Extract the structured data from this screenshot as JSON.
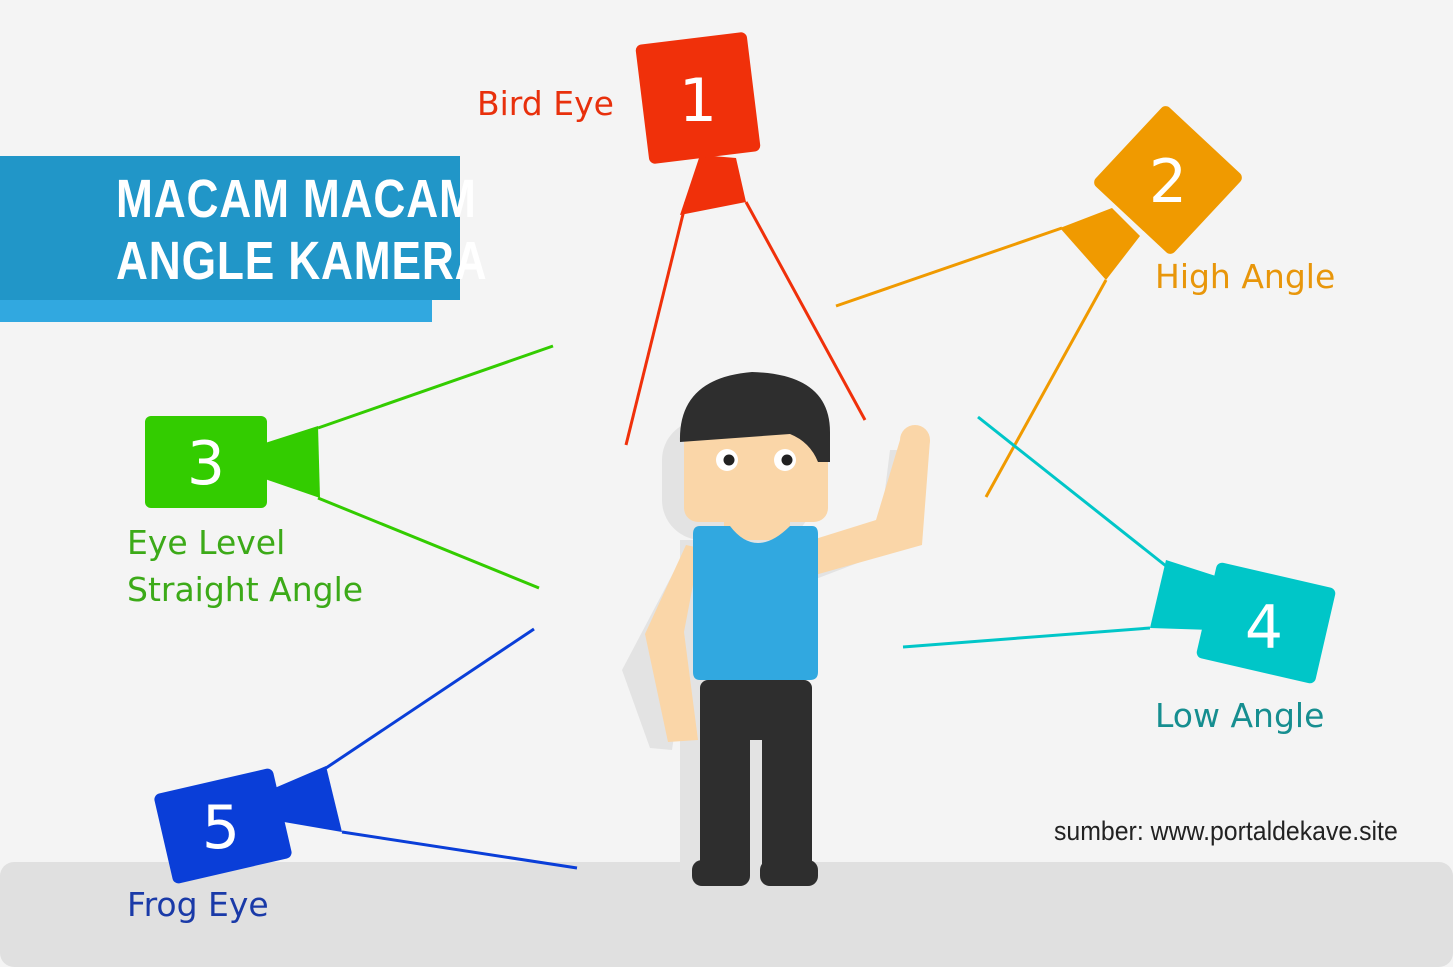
{
  "title": {
    "line1": "MACAM MACAM",
    "line2": "ANGLE KAMERA"
  },
  "cameras": [
    {
      "number": "1",
      "label": "Bird Eye",
      "color": "#f0300a"
    },
    {
      "number": "2",
      "label": "High Angle",
      "color": "#f09a00"
    },
    {
      "number": "3",
      "label_lines": [
        "Eye Level",
        "Straight Angle"
      ],
      "color": "#33cc00"
    },
    {
      "number": "4",
      "label": "Low Angle",
      "color": "#00c6c8"
    },
    {
      "number": "5",
      "label": "Frog Eye",
      "color": "#0a3ed8"
    }
  ],
  "label_colors": {
    "bird_eye": "#e8300c",
    "high_angle": "#e8960a",
    "eye_level": "#3caa18",
    "low_angle": "#168e90",
    "frog_eye": "#1a3aa8"
  },
  "source": "sumber: www.portaldekave.site",
  "colors": {
    "background": "#f4f4f4",
    "floor": "#e0e0e0",
    "banner": "#2196c8",
    "banner_strip": "#31a8e0",
    "shirt": "#31a8e0",
    "pants": "#2e2e2e",
    "skin": "#fad6a8",
    "hair": "#2e2e2e"
  }
}
